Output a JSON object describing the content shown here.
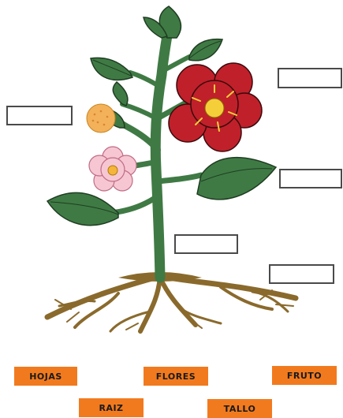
{
  "label_boxes": [
    {
      "id": "box-left",
      "value": ""
    },
    {
      "id": "box-top-right",
      "value": ""
    },
    {
      "id": "box-mid-right",
      "value": ""
    },
    {
      "id": "box-stem",
      "value": ""
    },
    {
      "id": "box-lower-right",
      "value": ""
    }
  ],
  "word_bank": [
    "HOJAS",
    "FLORES",
    "FRUTO",
    "RAIZ",
    "TALLO"
  ],
  "colors": {
    "card": "#f27a1e",
    "leaf": "#3f7a44",
    "leaf_outline": "#1f3d22",
    "stem": "#3f7a44",
    "root": "#8a6a2c",
    "red_flower": "#c0202a",
    "pink_flower": "#f6c7d3",
    "fruit": "#f3b15a",
    "flower_center": "#f5cf3a"
  },
  "icons": {
    "plant": "plant-icon",
    "flower": "flower-icon",
    "fruit": "fruit-icon",
    "root": "root-icon"
  }
}
